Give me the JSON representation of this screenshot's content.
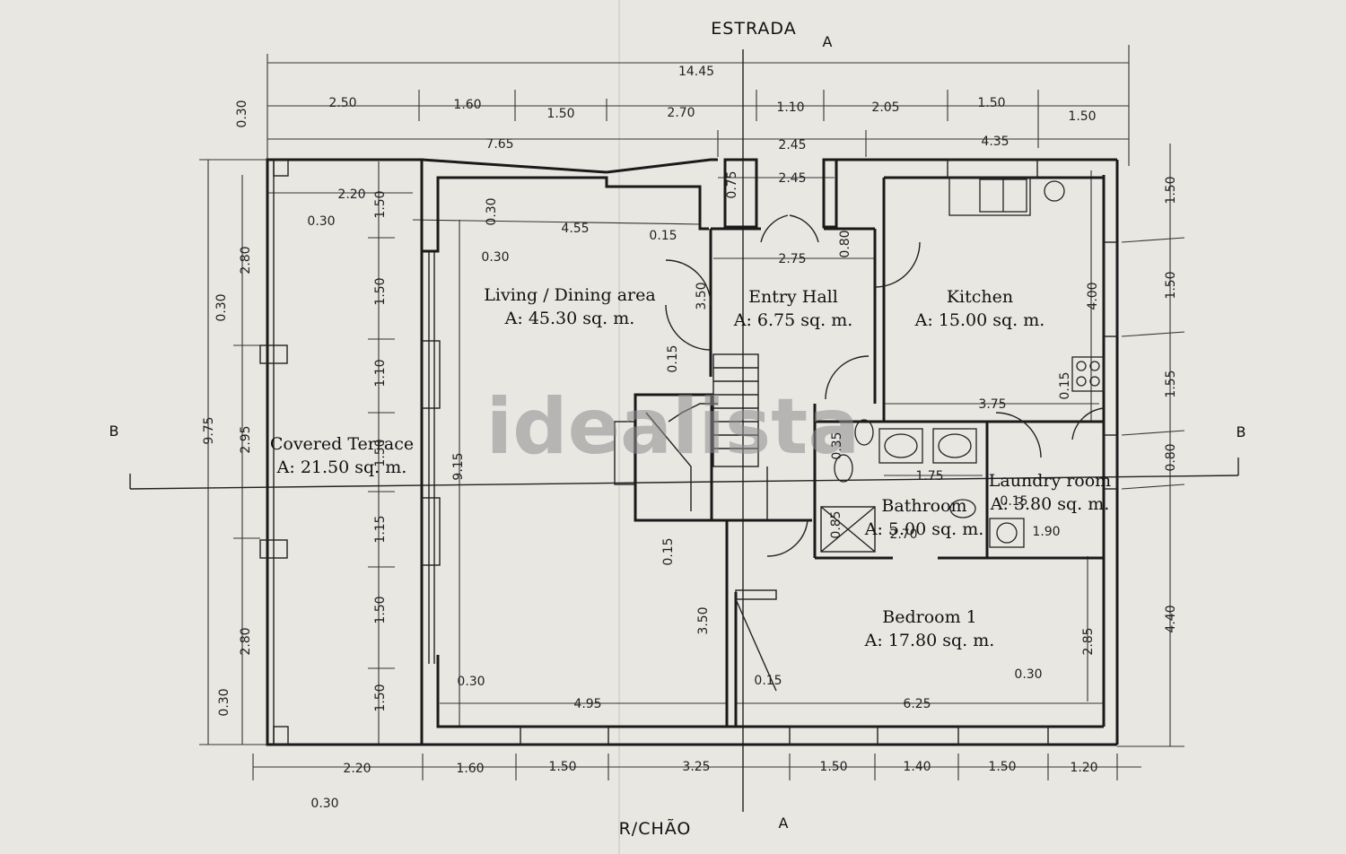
{
  "title": "R/CHÃO",
  "street": "ESTRADA",
  "section_markers": {
    "a_top": "A",
    "a_bottom": "A",
    "b_left": "B",
    "b_right": "B"
  },
  "watermark": "idealista",
  "rooms": [
    {
      "id": "terrace",
      "name": "Covered Terrace",
      "area": "A: 21.50 sq. m."
    },
    {
      "id": "living",
      "name": "Living / Dining area",
      "area": "A: 45.30 sq. m."
    },
    {
      "id": "entry",
      "name": "Entry Hall",
      "area": "A: 6.75 sq. m."
    },
    {
      "id": "kitchen",
      "name": "Kitchen",
      "area": "A: 15.00 sq. m."
    },
    {
      "id": "bathroom",
      "name": "Bathroom",
      "area": "A: 5.00 sq. m."
    },
    {
      "id": "laundry",
      "name": "Laundry room",
      "area": "A: 3.80 sq. m."
    },
    {
      "id": "bedroom1",
      "name": "Bedroom 1",
      "area": "A: 17.80 sq. m."
    }
  ],
  "dimensions": {
    "top_total": "14.45",
    "top_row1": [
      "2.50",
      "1.60",
      "1.50",
      "2.70",
      "1.10",
      "2.05",
      "1.50",
      "1.50"
    ],
    "top_row2": [
      "7.65",
      "2.45",
      "4.35"
    ],
    "top_inner": [
      "2.45",
      "2.20",
      "4.55",
      "2.75"
    ],
    "bottom_row": [
      "2.20",
      "1.60",
      "1.50",
      "3.25",
      "1.50",
      "1.40",
      "1.50",
      "1.20"
    ],
    "bottom_inner": [
      "4.95",
      "6.25",
      "3.75",
      "1.75",
      "1.90",
      "2.70"
    ],
    "left_outer": [
      "9.75",
      "0.30",
      "0.30",
      "0.30"
    ],
    "left_mid": [
      "2.80",
      "2.95",
      "2.80"
    ],
    "left_inner": [
      "1.50",
      "1.50",
      "1.10",
      "1.50",
      "1.15",
      "1.50",
      "1.50"
    ],
    "left_height": "9.15",
    "right_outer": [
      "1.50",
      "1.50",
      "1.55",
      "0.80",
      "4.40"
    ],
    "right_inner": [
      "4.00",
      "2.85"
    ],
    "misc": [
      "0.30",
      "0.30",
      "0.30",
      "0.30",
      "0.15",
      "0.15",
      "0.15",
      "0.15",
      "0.15",
      "0.80",
      "0.75",
      "0.35",
      "0.85",
      "3.50",
      "3.50",
      "0.30",
      "0.30",
      "0.15"
    ]
  }
}
